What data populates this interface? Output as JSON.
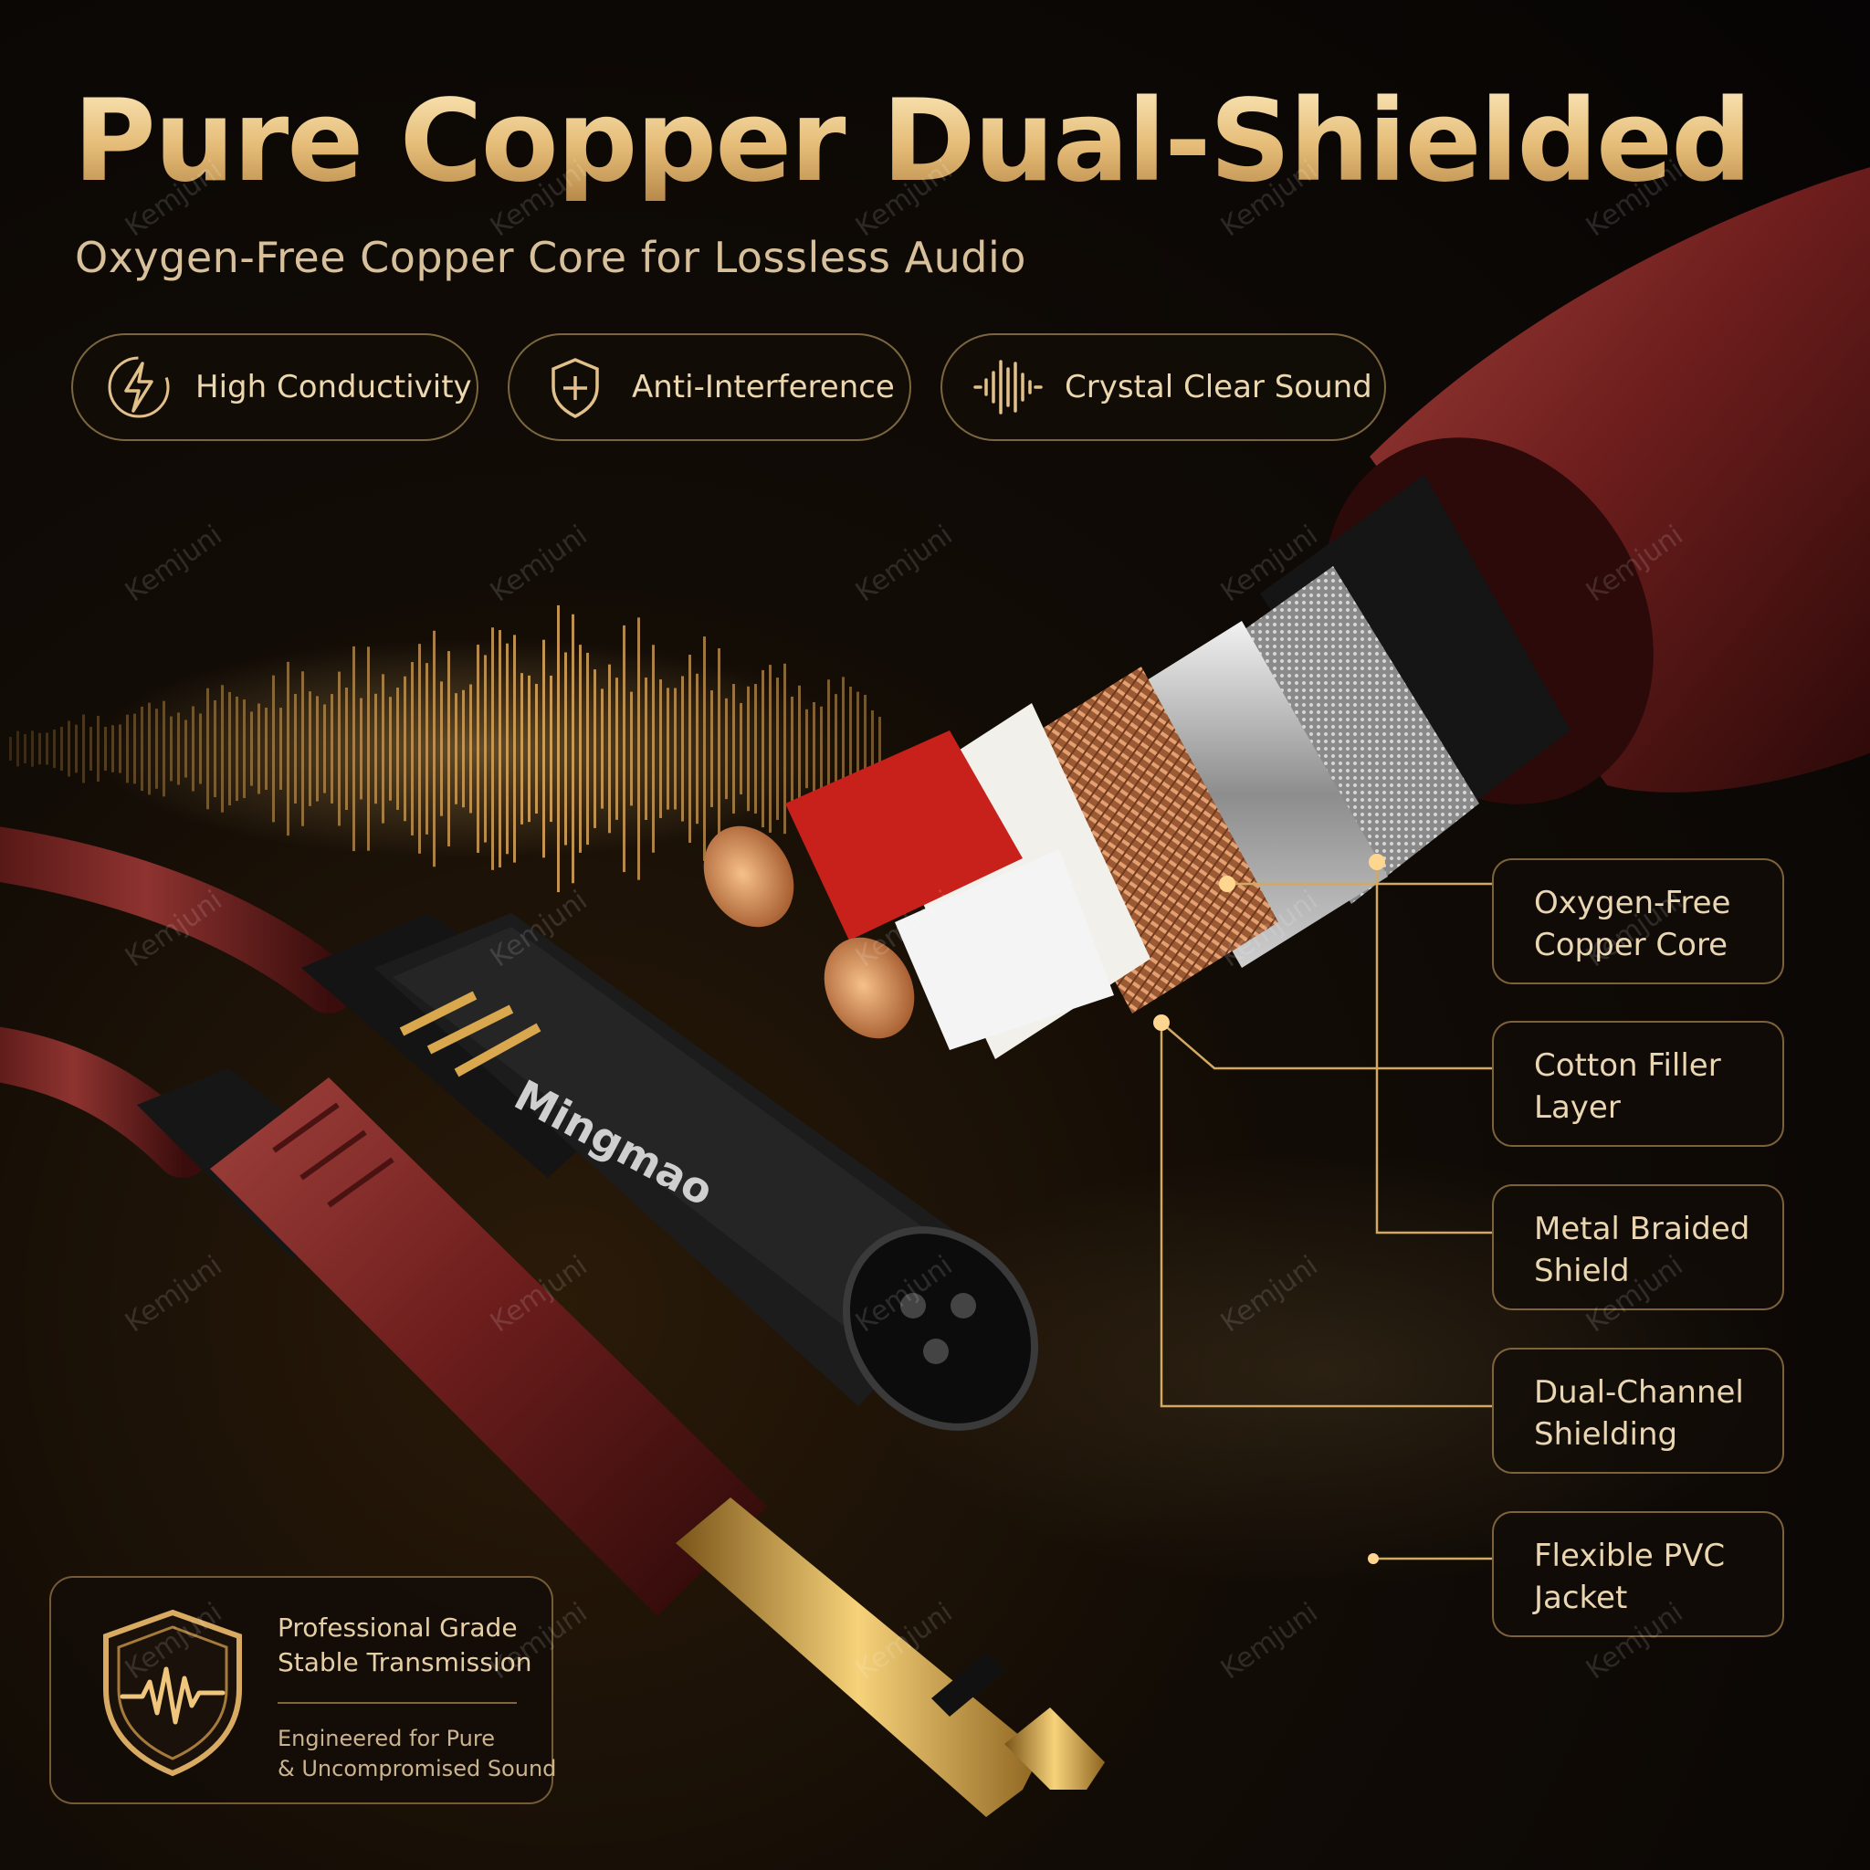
{
  "title": "Pure Copper Dual-Shielded",
  "subtitle": "Oxygen-Free Copper Core for Lossless Audio",
  "features": [
    {
      "label": "High Conductivity",
      "icon": "lightning-icon"
    },
    {
      "label": "Anti-Interference",
      "icon": "shield-plus-icon"
    },
    {
      "label": "Crystal Clear Sound",
      "icon": "soundwave-icon"
    }
  ],
  "specs": [
    {
      "line1": "Oxygen-Free",
      "line2": "Copper Core"
    },
    {
      "line1": "Cotton Filler",
      "line2": "Layer"
    },
    {
      "line1": "Metal Braided",
      "line2": "Shield"
    },
    {
      "line1": "Dual-Channel",
      "line2": "Shielding"
    },
    {
      "line1": "Flexible PVC",
      "line2": "Jacket"
    }
  ],
  "badge": {
    "heading_line1": "Professional Grade",
    "heading_line2": "Stable Transmission",
    "body_line1": "Engineered for Pure",
    "body_line2": "& Uncompromised Sound",
    "icon": "shield-waveform-icon"
  },
  "connector_brand": "Mingmao",
  "watermark": "Kemjuni",
  "colors": {
    "gold": "#e4bb76",
    "copper": "#c98552",
    "burgundy": "#6b1d1c",
    "background": "#0a0705"
  }
}
